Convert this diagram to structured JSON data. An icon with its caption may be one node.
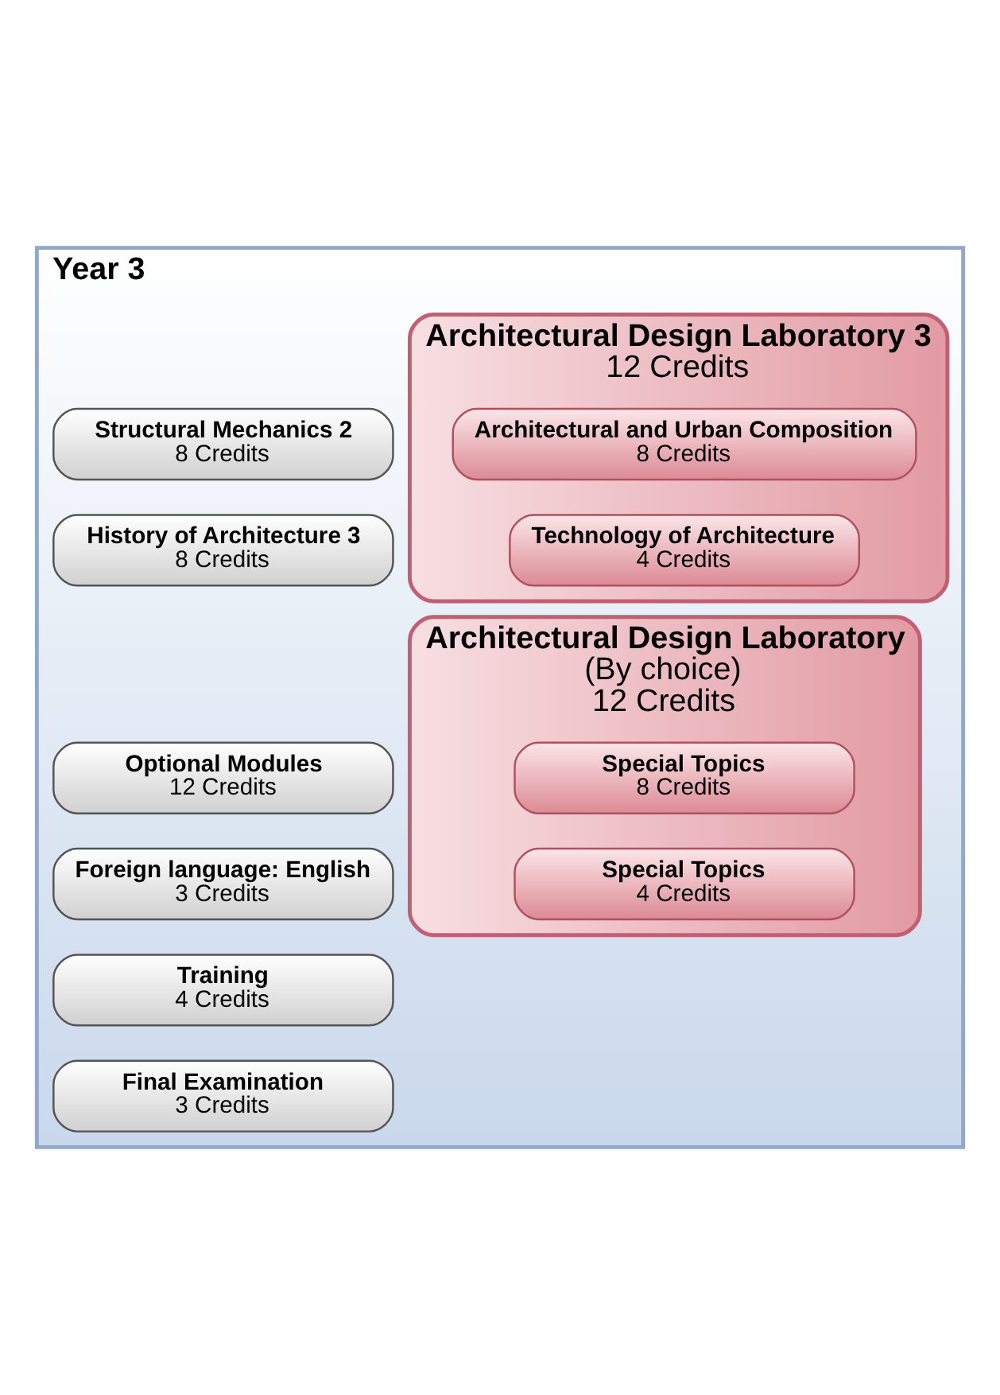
{
  "diagram": {
    "nodes": [
      {
        "text": [
          "Year 3"
        ]
      },
      {
        "text": [
          "Architectural Design Laboratory 3",
          "12 Credits"
        ],
        "in": 0
      },
      {
        "text": [
          "Architectural and Urban Composition",
          "8 Credits"
        ],
        "in": 1
      },
      {
        "text": [
          "Technology of Architecture",
          "4 Credits"
        ],
        "in": 1
      },
      {
        "text": [
          "Structural Mechanics 2",
          "8 Credits"
        ],
        "in": 0
      },
      {
        "text": [
          "History of Architecture 3",
          "8 Credits"
        ],
        "in": 0
      },
      {
        "text": [
          "Optional Modules",
          "12 Credits"
        ],
        "in": 0
      },
      {
        "text": [
          "Foreign language: English",
          "3 Credits"
        ],
        "in": 0
      },
      {
        "text": [
          "Training",
          "4 Credits"
        ],
        "in": 0
      },
      {
        "text": [
          "Final Examination",
          "3 Credits"
        ],
        "in": 0
      },
      {
        "text": [
          "Architectural Design Laboratory",
          "(By choice)",
          "12 Credits"
        ],
        "in": 0
      },
      {
        "text": [
          "Special Topics",
          "8 Credits"
        ],
        "in": 10
      },
      {
        "text": [
          "Special Topics",
          "4 Credits"
        ],
        "in": 10
      }
    ],
    "edges": []
  }
}
